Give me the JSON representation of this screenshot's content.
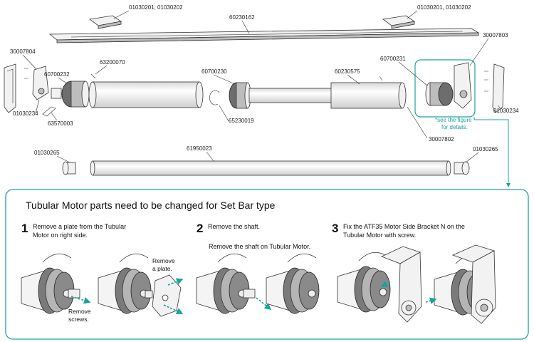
{
  "parts": {
    "bracket_top_left": "01030201, 01030202",
    "bracket_top_right": "01030201, 01030202",
    "rail": "60230162",
    "end_left": "30007804",
    "end_right": "30007803",
    "screw_left": "63200070",
    "adapter_left": "60700232",
    "cap_left": "01030234",
    "clip_left": "63570003",
    "ring_mid": "60700230",
    "clip_mid": "65230019",
    "tube": "60230575",
    "ring_right": "60700231",
    "motor_bracket": "30007802",
    "cap_right": "01030234",
    "bar": "61950023",
    "plug_left": "01030265",
    "plug_right": "01030265"
  },
  "note": {
    "line1": "*see the figure",
    "line2": "for details."
  },
  "panel": {
    "title": "Tubular Motor parts need to be changed for Set Bar type",
    "step1": {
      "num": "1",
      "line1": "Remove a plate from the Tubular",
      "line2": "Motor on right side."
    },
    "step2": {
      "num": "2",
      "line1": "Remove the shaft.",
      "sub": "Remove the shaft on Tubular Motor."
    },
    "step3": {
      "num": "3",
      "line1": "Fix the ATF35 Motor Side Bracket N on the",
      "line2": "Tubular Motor with screw."
    },
    "callouts": {
      "remove_plate_1": "Remove",
      "remove_plate_2": "a plate.",
      "remove_screws_1": "Remove",
      "remove_screws_2": "screws."
    }
  },
  "colors": {
    "accent": "#1aa39b",
    "line": "#333333"
  }
}
